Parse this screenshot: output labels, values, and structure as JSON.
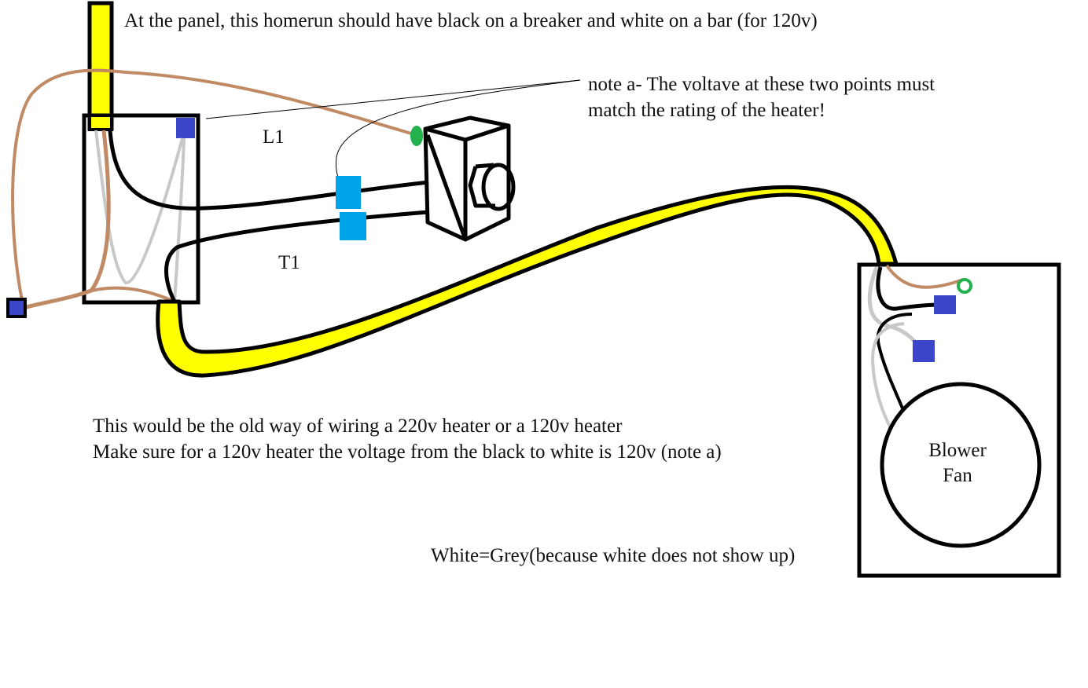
{
  "diagram": {
    "title_note": "At the panel, this homerun should have black on a breaker and white on a bar (for 120v)",
    "note_a": {
      "line1": "note a- The voltave at these two points must",
      "line2": "match the rating of the heater!"
    },
    "terminal_labels": {
      "l1": "L1",
      "t1": "T1"
    },
    "description": {
      "line1": "This would be the old way of wiring a 220v heater or a 120v heater",
      "line2": "Make sure for a 120v heater the voltage from the black to white is 120v (note a)"
    },
    "legend_note": "White=Grey(because white does not show up)",
    "fan": {
      "line1": "Blower",
      "line2": "Fan"
    },
    "components": [
      "panel-homerun-cable",
      "thermostat-junction-box",
      "thermostat-device",
      "cable-to-blower",
      "blower-box",
      "blower-fan-motor",
      "ground-screw",
      "wire-nuts"
    ],
    "colors": {
      "cable_yellow": "#ffff00",
      "ground_bare": "#c08a64",
      "neutral_grey": "#c8c8c8",
      "hot_black": "#000000",
      "wire_nut_blue": "#3c46c8",
      "terminal_cyan": "#00a2e8",
      "ground_green": "#22b14c"
    }
  }
}
